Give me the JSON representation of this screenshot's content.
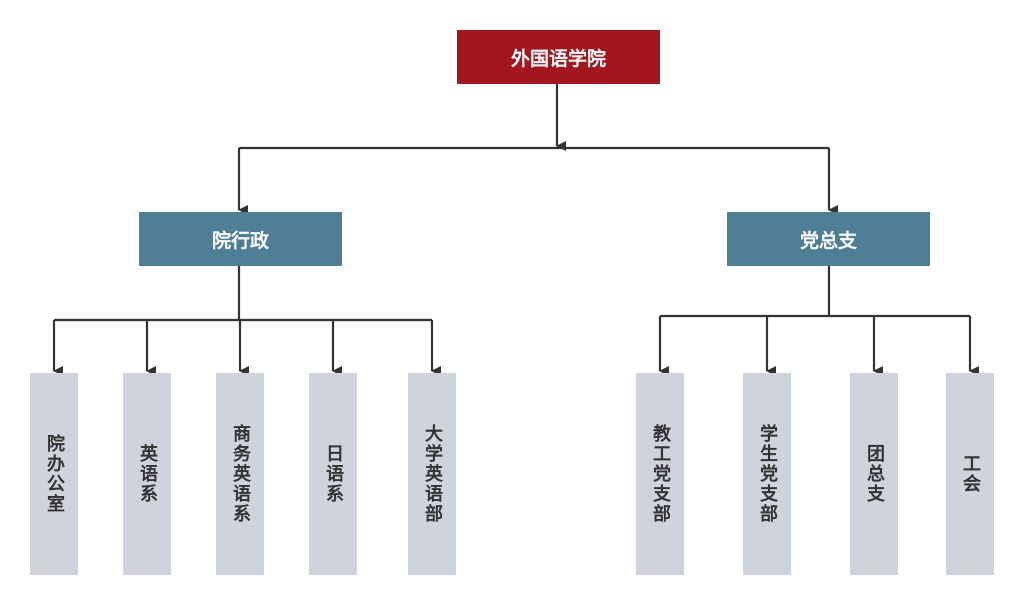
{
  "diagram": {
    "root": {
      "label": "外国语学院",
      "color": "#a21620"
    },
    "branches": [
      {
        "label": "院行政",
        "color": "#4f7f97",
        "children": [
          "院办公室",
          "英语系",
          "商务英语系",
          "日语系",
          "大学英语部"
        ]
      },
      {
        "label": "党总支",
        "color": "#4f7f97",
        "children": [
          "教工党支部",
          "学生党支部",
          "团总支",
          "工会"
        ]
      }
    ],
    "leaf_color": "#cfd3db",
    "line_color": "#333333"
  }
}
